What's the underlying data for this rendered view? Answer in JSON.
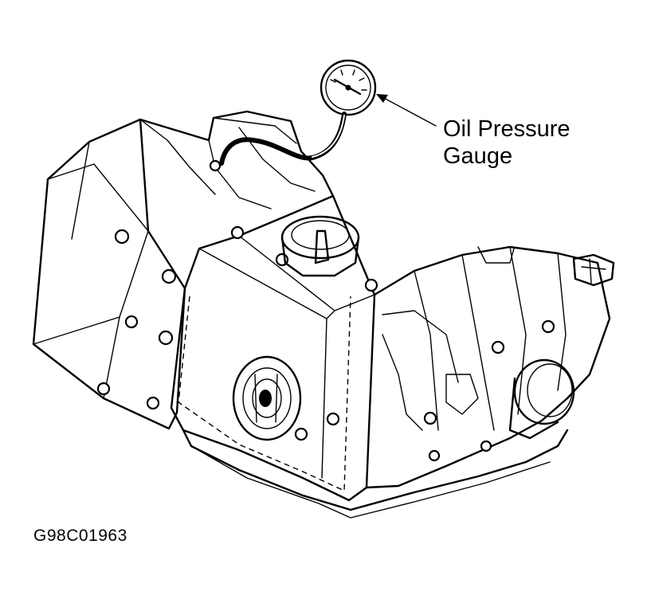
{
  "callout": {
    "line1": "Oil Pressure",
    "line2": "Gauge"
  },
  "figure_id": "G98C01963"
}
